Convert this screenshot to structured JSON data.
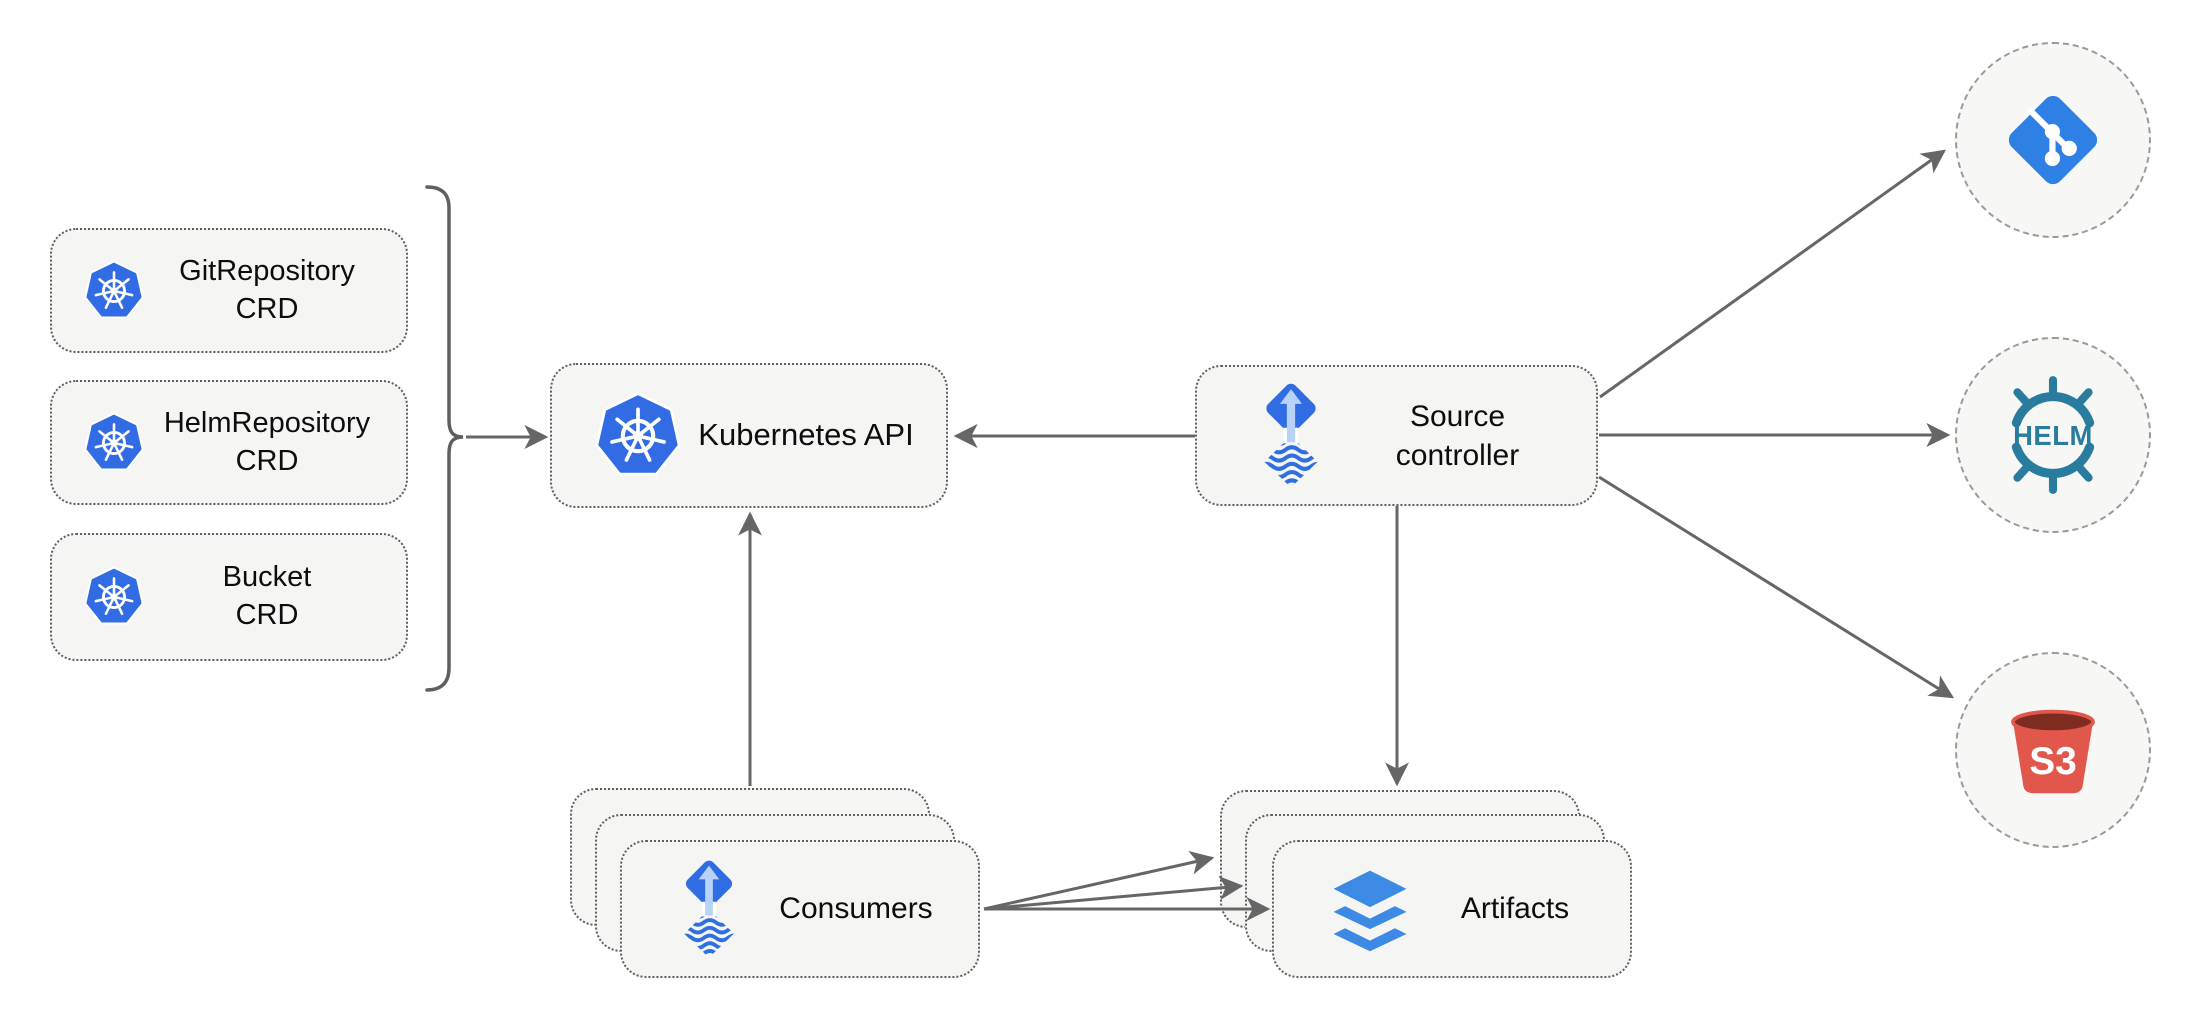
{
  "nodes": {
    "crd_boxes": [
      {
        "line1": "GitRepository",
        "line2": "CRD",
        "icon": "kubernetes-icon"
      },
      {
        "line1": "HelmRepository",
        "line2": "CRD",
        "icon": "kubernetes-icon"
      },
      {
        "line1": "Bucket",
        "line2": "CRD",
        "icon": "kubernetes-icon"
      }
    ],
    "kubernetes_api": {
      "label": "Kubernetes API",
      "icon": "kubernetes-icon"
    },
    "source_controller": {
      "line1": "Source",
      "line2": "controller",
      "icon": "flux-icon"
    },
    "consumers": {
      "label": "Consumers",
      "icon": "flux-icon",
      "stacked_layers": 3
    },
    "artifacts": {
      "label": "Artifacts",
      "icon": "layers-icon",
      "stacked_layers": 3
    },
    "endpoints": {
      "git": {
        "icon": "git-icon"
      },
      "helm": {
        "icon": "helm-icon",
        "label": "HELM"
      },
      "s3": {
        "icon": "s3-bucket-icon",
        "label": "S3"
      }
    }
  },
  "edges": [
    {
      "from": "crd-bracket",
      "to": "kubernetes-api"
    },
    {
      "from": "source-controller",
      "to": "kubernetes-api"
    },
    {
      "from": "consumers",
      "to": "kubernetes-api"
    },
    {
      "from": "source-controller",
      "to": "artifacts"
    },
    {
      "from": "source-controller",
      "to": "git"
    },
    {
      "from": "source-controller",
      "to": "helm"
    },
    {
      "from": "source-controller",
      "to": "s3"
    },
    {
      "from": "consumers",
      "to": "artifacts",
      "arrow_count": 3
    }
  ],
  "colors": {
    "kubernetes_blue": "#326ce5",
    "flux_blue": "#316de2",
    "flux_arrow_light": "#b9d2f8",
    "git_blue": "#2f80e4",
    "helm_teal": "#2a7c9e",
    "s3_red": "#e2574c",
    "s3_dark_top": "#7f2c20",
    "layers_blue": "#3d8ae4",
    "connector_gray": "#666666",
    "node_fill": "#f5f5f4",
    "node_border": "#5f5f5f",
    "endpoint_fill": "#f7f7f5",
    "endpoint_border": "#9a9a9a"
  }
}
